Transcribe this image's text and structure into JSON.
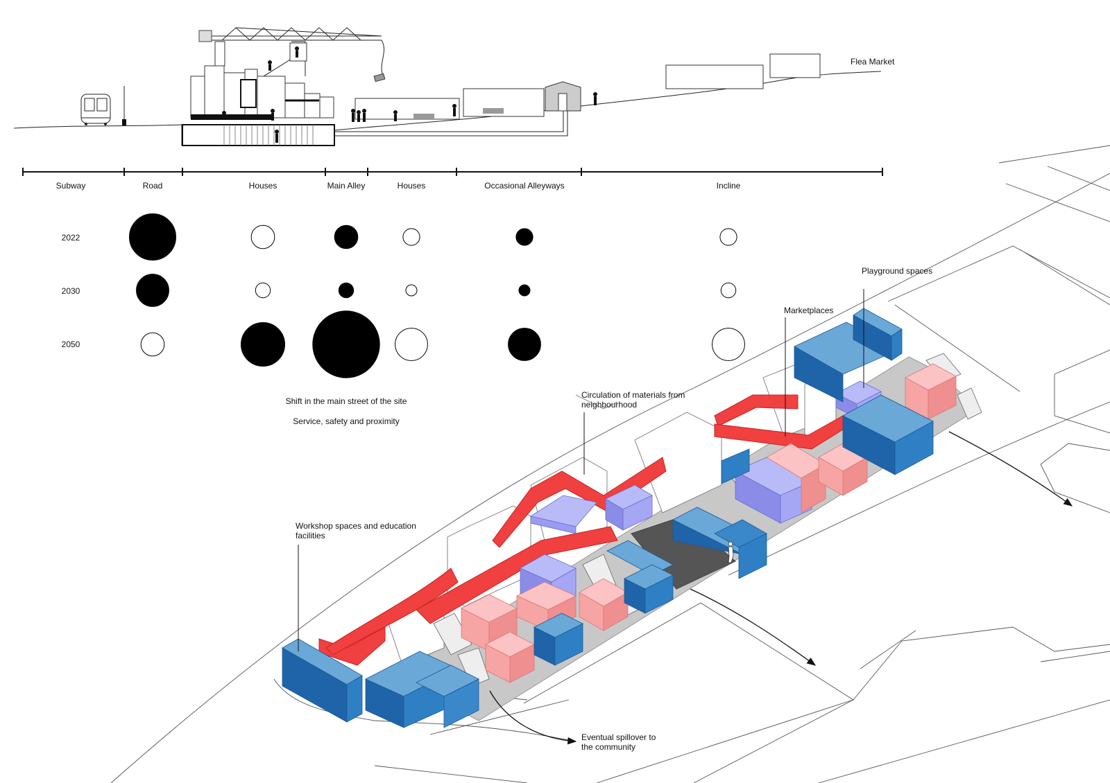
{
  "section": {
    "place_label": "Flea Market"
  },
  "zones": [
    {
      "key": "subway",
      "label": "Subway"
    },
    {
      "key": "road",
      "label": "Road"
    },
    {
      "key": "houses1",
      "label": "Houses"
    },
    {
      "key": "main_alley",
      "label": "Main Alley"
    },
    {
      "key": "houses2",
      "label": "Houses"
    },
    {
      "key": "alleyways",
      "label": "Occasional Alleyways"
    },
    {
      "key": "incline",
      "label": "Incline"
    }
  ],
  "intensity_matrix": {
    "years": [
      "2022",
      "2030",
      "2050"
    ],
    "rows": [
      {
        "year": "2022",
        "cells": [
          {
            "zone": "road",
            "filled": true,
            "level": 5
          },
          {
            "zone": "houses1",
            "filled": false,
            "level": 2.5
          },
          {
            "zone": "main_alley",
            "filled": true,
            "level": 2.5
          },
          {
            "zone": "houses2",
            "filled": false,
            "level": 1.8
          },
          {
            "zone": "alleyways",
            "filled": true,
            "level": 1.8
          },
          {
            "zone": "incline",
            "filled": false,
            "level": 1.8
          }
        ]
      },
      {
        "year": "2030",
        "cells": [
          {
            "zone": "road",
            "filled": true,
            "level": 3.5
          },
          {
            "zone": "houses1",
            "filled": false,
            "level": 1.6
          },
          {
            "zone": "main_alley",
            "filled": true,
            "level": 1.6
          },
          {
            "zone": "houses2",
            "filled": false,
            "level": 1.2
          },
          {
            "zone": "alleyways",
            "filled": true,
            "level": 1.2
          },
          {
            "zone": "incline",
            "filled": false,
            "level": 1.6
          }
        ]
      },
      {
        "year": "2050",
        "cells": [
          {
            "zone": "road",
            "filled": false,
            "level": 2.5
          },
          {
            "zone": "houses1",
            "filled": true,
            "level": 4.7
          },
          {
            "zone": "main_alley",
            "filled": true,
            "level": 7.2
          },
          {
            "zone": "houses2",
            "filled": false,
            "level": 3.5
          },
          {
            "zone": "alleyways",
            "filled": true,
            "level": 3.5
          },
          {
            "zone": "incline",
            "filled": false,
            "level": 3.5
          }
        ]
      }
    ]
  },
  "matrix_captions": {
    "line1": "Shift in the main street of the site",
    "line2": "Service, safety and proximity"
  },
  "annotations": {
    "playground": "Playground spaces",
    "marketplaces": "Marketplaces",
    "circulation_line1": "Circulation of materials from",
    "circulation_line2": "neighbourhood",
    "workshop_line1": "Workshop spaces and education",
    "workshop_line2": "facilities",
    "spillover_line1": "Eventual spillover to",
    "spillover_line2": "the community"
  },
  "colors": {
    "workshop_blue": "#2f7fc4",
    "workshop_blue_light": "#6aa8d8",
    "workshop_blue_dark": "#1f64a8",
    "market_pink": "#f7a4a4",
    "market_pink_light": "#fbc3c3",
    "market_pink_dark": "#ef8f8f",
    "playground_purple": "#9a9cf2",
    "playground_purple_light": "#b9bbf8",
    "circulation_red": "#f0403f",
    "circulation_red_dark": "#c92323",
    "alley_gray": "#c8c8c8",
    "plaza_dark": "#555555"
  }
}
